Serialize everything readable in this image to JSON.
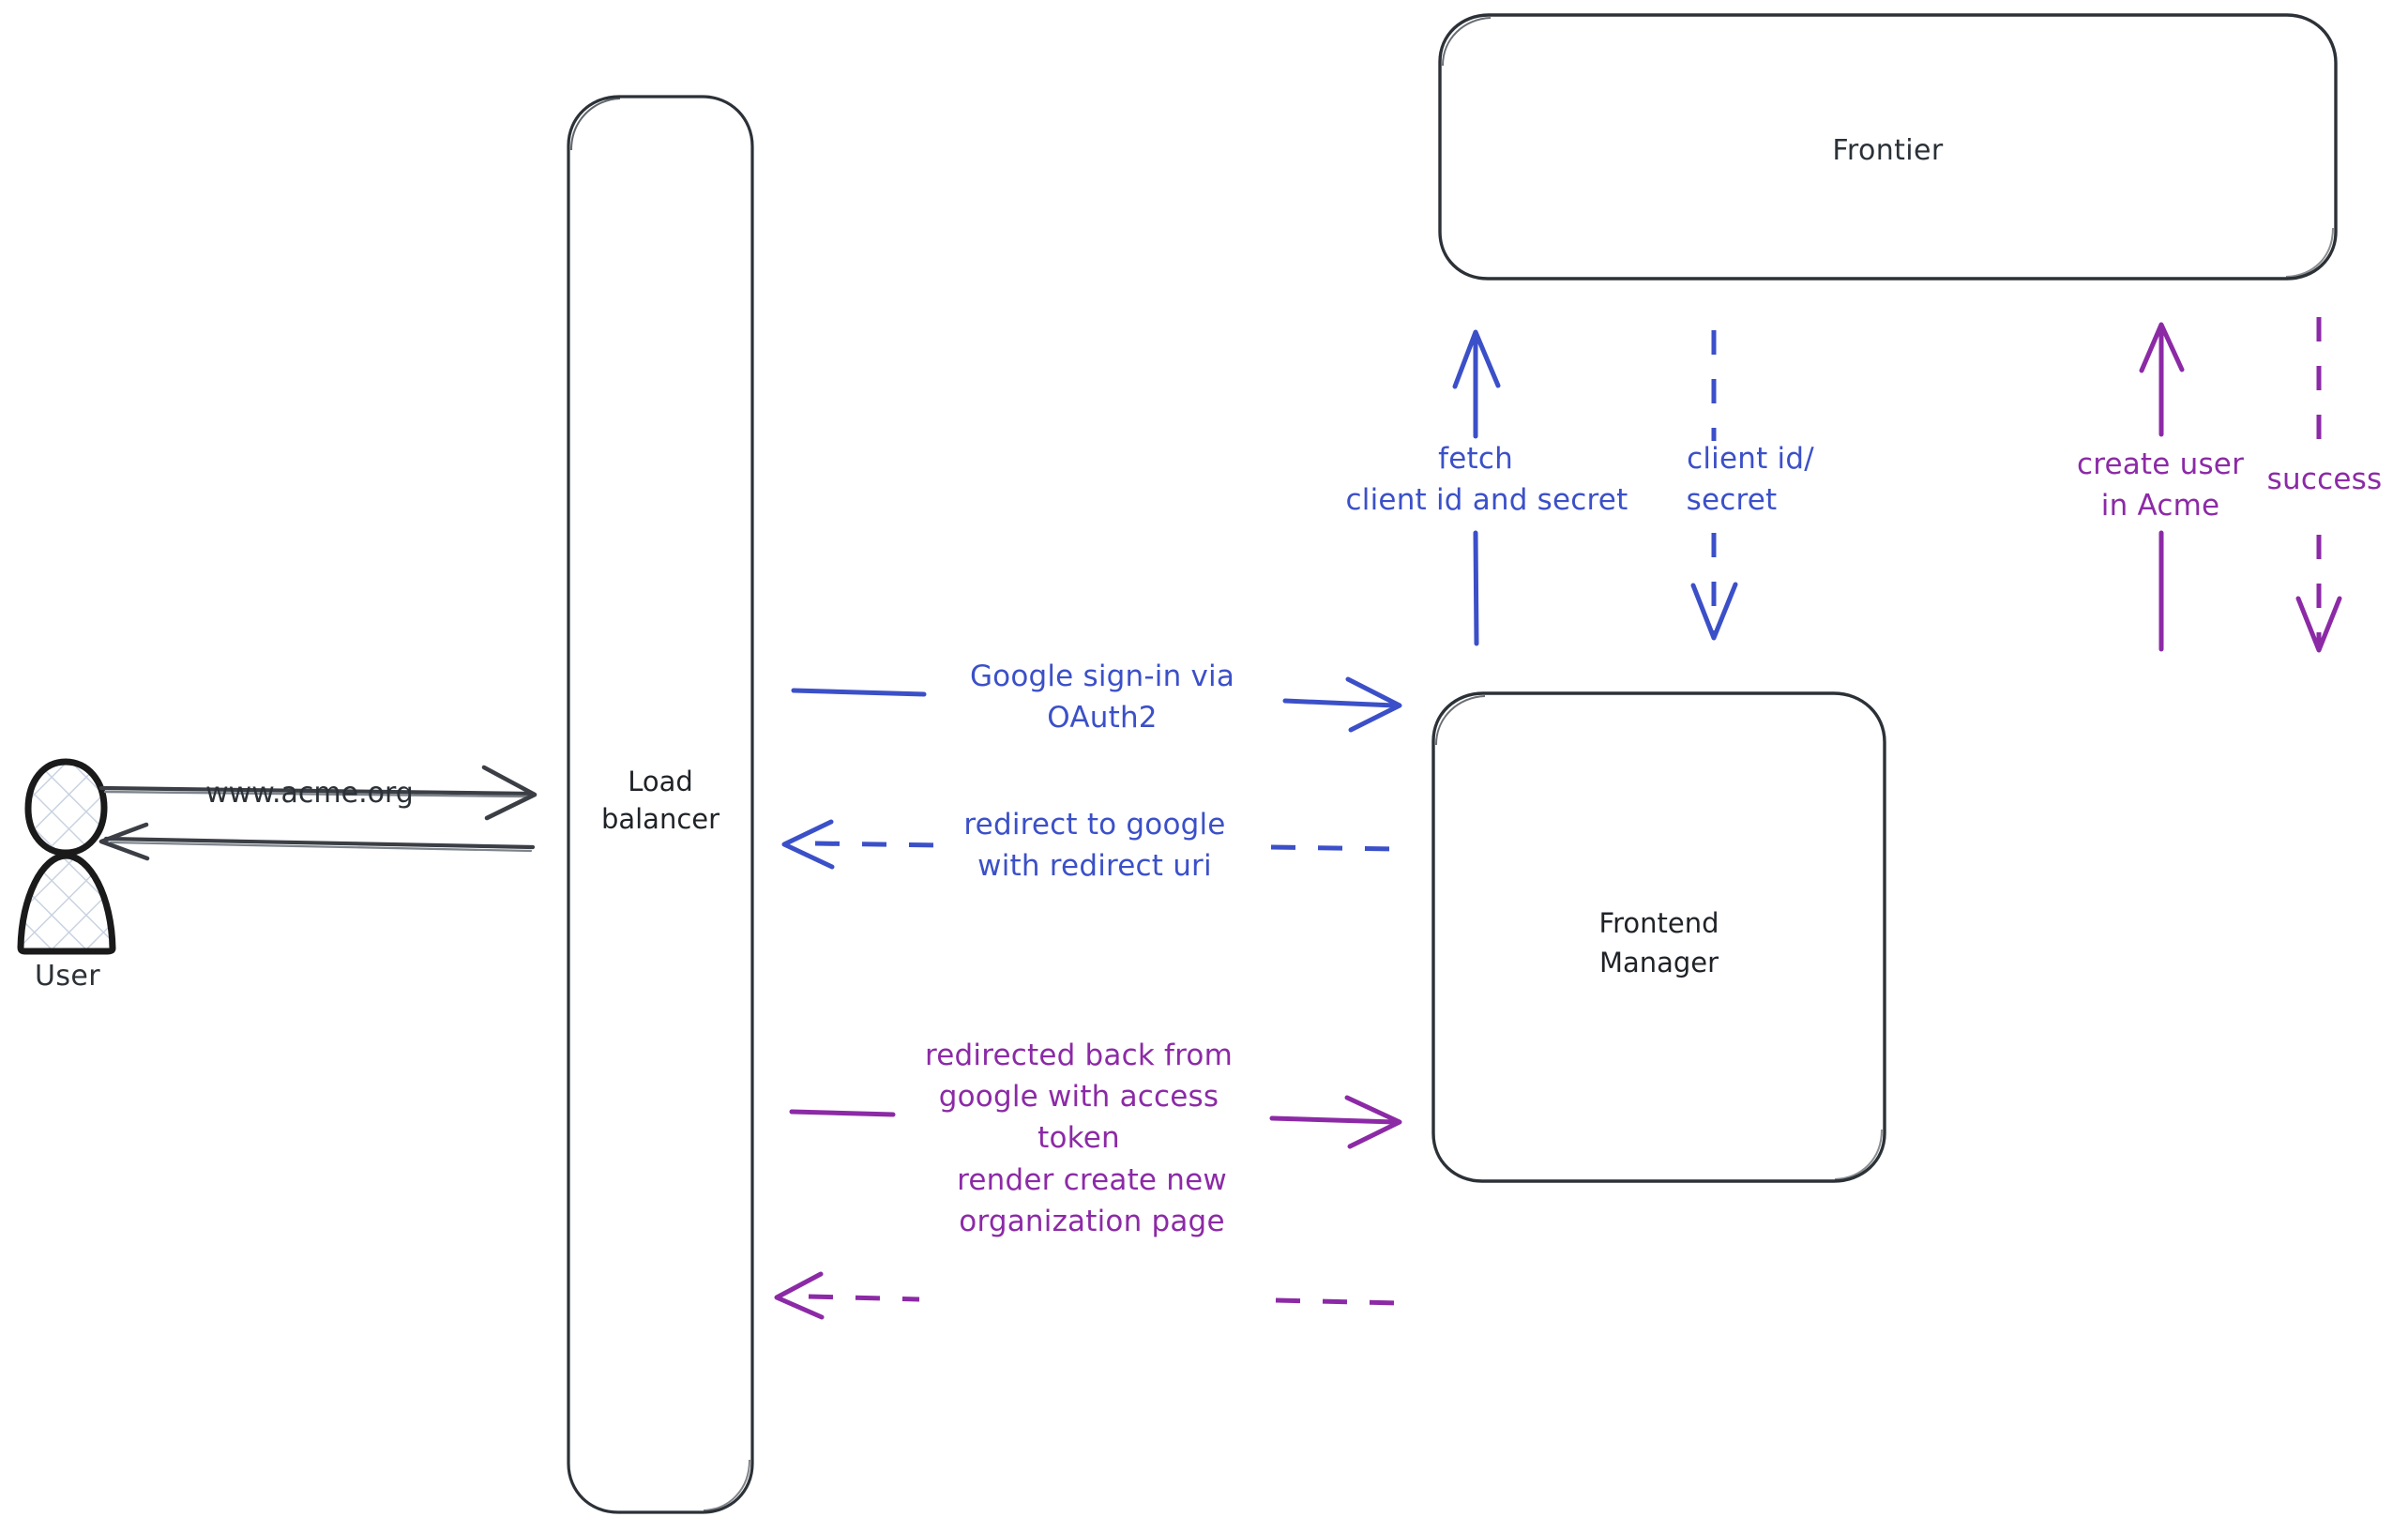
{
  "diagram": {
    "title": "OAuth2 sign-in sequence diagram",
    "background": "#ffffff",
    "colors": {
      "stroke_dark": "#2b3137",
      "blue": "#3b50c8",
      "purple": "#8c2aa6",
      "hatch": "#c9d3e0"
    }
  },
  "nodes": {
    "user": {
      "label": "User",
      "icon": "user-actor-icon"
    },
    "load_balancer": {
      "label_line1": "Load",
      "label_line2": "balancer"
    },
    "frontier": {
      "label": "Frontier"
    },
    "frontend_manager": {
      "label_line1": "Frontend",
      "label_line2": "Manager"
    }
  },
  "edges": {
    "user_to_lb": {
      "label": "www.acme.org",
      "color": "#2b3137",
      "style": "solid",
      "direction": "right"
    },
    "lb_to_user": {
      "label": "",
      "color": "#2b3137",
      "style": "solid",
      "direction": "left"
    },
    "lb_to_fm_signin": {
      "label_line1": "Google sign-in via",
      "label_line2": "OAuth2",
      "color": "#3b50c8",
      "style": "solid",
      "direction": "right"
    },
    "fm_to_lb_redirect": {
      "label_line1": "redirect to google",
      "label_line2": "with redirect uri",
      "color": "#3b50c8",
      "style": "dashed",
      "direction": "left"
    },
    "lb_to_fm_token": {
      "label_line1": "redirected back from",
      "label_line2": "google with access",
      "label_line3": "token",
      "color": "#8c2aa6",
      "style": "solid",
      "direction": "right"
    },
    "fm_to_lb_render": {
      "label_line1": "render create new",
      "label_line2": "organization page",
      "color": "#8c2aa6",
      "style": "dashed",
      "direction": "left"
    },
    "fm_to_frontier_fetch": {
      "label_line1": "fetch",
      "label_line2": "client id and secret",
      "color": "#3b50c8",
      "style": "solid",
      "direction": "up"
    },
    "frontier_to_fm_creds": {
      "label_line1": "client id/",
      "label_line2": "secret",
      "color": "#3b50c8",
      "style": "dashed",
      "direction": "down"
    },
    "fm_to_frontier_create": {
      "label_line1": "create user",
      "label_line2": "in Acme",
      "color": "#8c2aa6",
      "style": "solid",
      "direction": "up"
    },
    "frontier_to_fm_success": {
      "label": "success",
      "color": "#8c2aa6",
      "style": "dashed",
      "direction": "down"
    }
  }
}
